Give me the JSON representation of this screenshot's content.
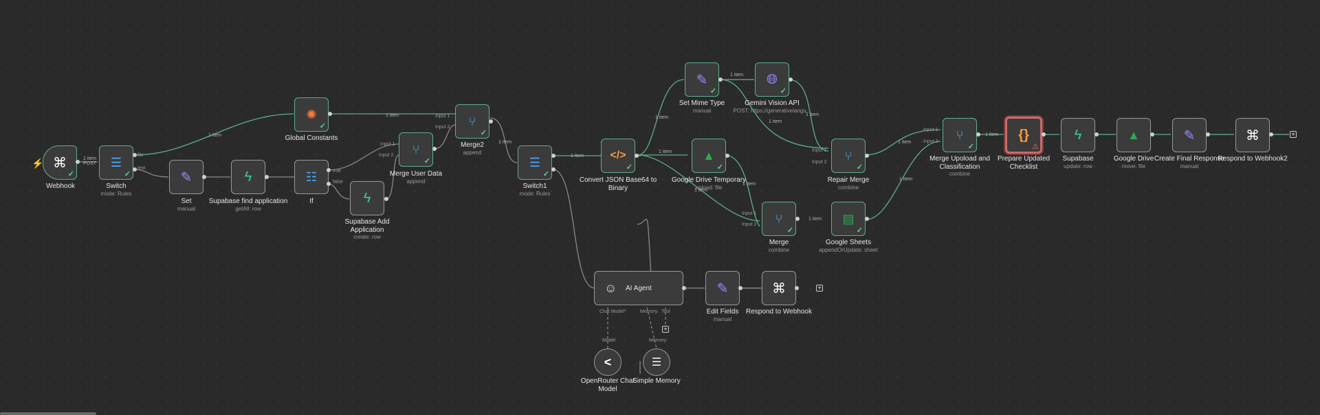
{
  "colors": {
    "background": "#2a2a2a",
    "edge": "#5fb08a",
    "node_border_success": "#5fb08a",
    "node_border_error": "#c96b6b"
  },
  "nodes": {
    "webhook": {
      "title": "Webhook",
      "icon": "webhook-icon"
    },
    "switch": {
      "title": "Switch",
      "sub": "mode: Rules",
      "icon": "switch-icon",
      "out1": "file",
      "out2": "text"
    },
    "set": {
      "title": "Set",
      "sub": "manual",
      "icon": "pencil-icon"
    },
    "supabase_find": {
      "title": "Supabase find application",
      "sub": "getAll: row",
      "icon": "supabase-icon"
    },
    "if": {
      "title": "If",
      "icon": "if-icon",
      "out1": "true",
      "out2": "false"
    },
    "supabase_add": {
      "title": "Supabase Add Application",
      "sub": "create: row",
      "icon": "supabase-icon"
    },
    "global_constants": {
      "title": "Global Constants",
      "icon": "constants-icon"
    },
    "merge_user": {
      "title": "Merge User Data",
      "sub": "append",
      "icon": "merge-icon",
      "in1": "Input 1",
      "in2": "Input 2"
    },
    "merge2": {
      "title": "Merge2",
      "sub": "append",
      "icon": "merge-icon",
      "in1": "Input 1",
      "in2": "Input 2"
    },
    "switch1": {
      "title": "Switch1",
      "sub": "mode: Rules",
      "icon": "switch-icon"
    },
    "convert": {
      "title": "Convert JSON Base64 to Binary",
      "icon": "code-icon"
    },
    "set_mime": {
      "title": "Set Mime Type",
      "sub": "manual",
      "icon": "pencil-icon"
    },
    "gemini": {
      "title": "Gemini Vision API",
      "sub": "POST: https://generativelangu...",
      "icon": "globe-icon"
    },
    "gdrive_temp": {
      "title": "Google Drive Temporary",
      "sub": "upload: file",
      "icon": "google-drive-icon"
    },
    "repair_merge": {
      "title": "Repair Merge",
      "sub": "combine",
      "icon": "merge-icon",
      "in1": "Input 1",
      "in2": "Input 2"
    },
    "merge": {
      "title": "Merge",
      "sub": "combine",
      "icon": "merge-icon",
      "in1": "Input 1",
      "in2": "Input 2"
    },
    "google_sheets": {
      "title": "Google Sheets",
      "sub": "appendOrUpdate: sheet",
      "icon": "google-sheets-icon"
    },
    "merge_upload": {
      "title": "Merge Upoload and Classification",
      "sub": "combine",
      "icon": "merge-icon",
      "in1": "Input 1",
      "in2": "Input 2"
    },
    "prepare": {
      "title": "Prepare Updated Checklist",
      "icon": "braces-icon"
    },
    "supabase": {
      "title": "Supabase",
      "sub": "update: row",
      "icon": "supabase-icon"
    },
    "google_drive": {
      "title": "Google Drive",
      "sub": "move: file",
      "icon": "google-drive-icon"
    },
    "create_final": {
      "title": "Create Final Response",
      "sub": "manual",
      "icon": "pencil-icon"
    },
    "respond2": {
      "title": "Respond to Webhook2",
      "icon": "webhook-icon"
    },
    "ai_agent": {
      "title": "AI Agent",
      "icon": "robot-icon",
      "port1": "Chat Model*",
      "port2": "Memory",
      "port3": "Tool"
    },
    "edit_fields": {
      "title": "Edit Fields",
      "sub": "manual",
      "icon": "pencil-icon"
    },
    "respond": {
      "title": "Respond to Webhook",
      "icon": "webhook-icon"
    },
    "openrouter": {
      "title": "OpenRouter Chat Model",
      "icon": "openrouter-icon",
      "port": "Model"
    },
    "simple_memory": {
      "title": "Simple Memory",
      "icon": "database-icon",
      "port": "Memory"
    }
  },
  "edge_labels": {
    "e1": "1 item",
    "e1b": "POST",
    "e2": "1 item",
    "e3": "1 item",
    "e4": "1 item",
    "e5": "1 item",
    "e6": "1 item",
    "e7": "1 item",
    "e8": "1 item",
    "e9": "1 item",
    "e10": "1 item",
    "e11": "1 item",
    "e12": "1 item",
    "e13": "1 item",
    "e14": "1 item",
    "e15": "1 item",
    "e16": "1 item",
    "e17": "1 item"
  }
}
